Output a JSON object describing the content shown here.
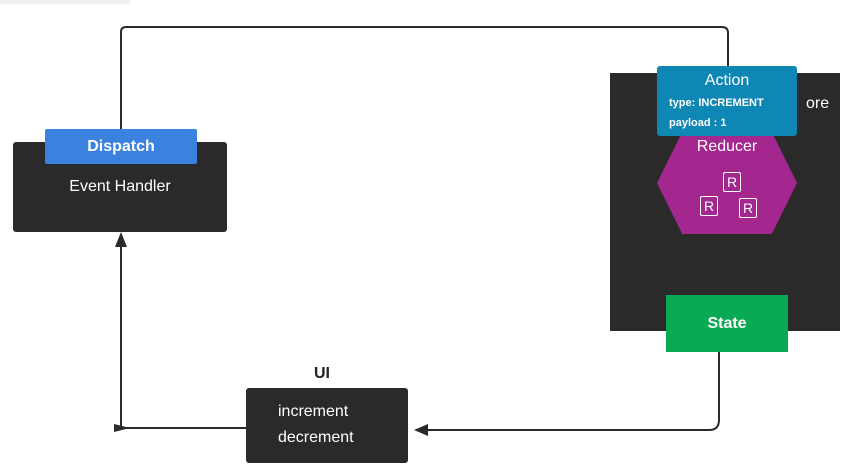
{
  "nodes": {
    "dispatch": "Dispatch",
    "event_handler": "Event Handler",
    "action": {
      "title": "Action",
      "type_line": "type: INCREMENT",
      "payload_line": "payload : 1"
    },
    "store_label_partial": "ore",
    "reducer": {
      "title": "Reducer",
      "r_glyph": "R"
    },
    "state": "State",
    "ui": {
      "label": "UI",
      "line1": "increment",
      "line2": "decrement"
    }
  },
  "colors": {
    "dark_box": "#2a2a2a",
    "dispatch_blue": "#3b82e0",
    "action_teal": "#0f87b5",
    "reducer_purple": "#a3278f",
    "state_green": "#0aaa55",
    "wire": "#2a2a2a",
    "store_wire": "#c8d3dc",
    "arrow_inner": "#b8c2cc"
  }
}
